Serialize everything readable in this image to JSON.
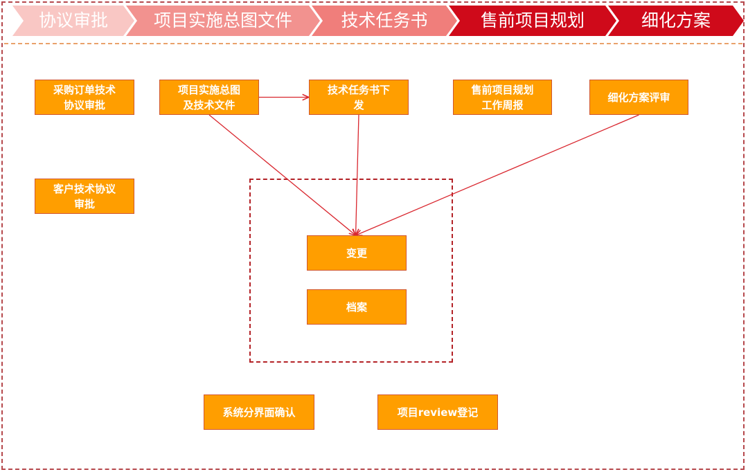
{
  "steps": [
    {
      "id": "s1",
      "label": "协议审批",
      "fill": "#f9c7c4",
      "text_color": "#ffffff"
    },
    {
      "id": "s2",
      "label": "项目实施总图文件",
      "fill": "#f2928f",
      "text_color": "#ffffff"
    },
    {
      "id": "s3",
      "label": "技术任务书",
      "fill": "#f07e7b",
      "text_color": "#ffffff"
    },
    {
      "id": "s4",
      "label": "售前项目规划",
      "fill": "#cf0a1a",
      "text_color": "#ffffff"
    },
    {
      "id": "s5",
      "label": "细化方案",
      "fill": "#cf0a1a",
      "text_color": "#ffffff"
    }
  ],
  "nodes": [
    {
      "id": "n1",
      "label": "采购订单技术\n协议审批"
    },
    {
      "id": "n2",
      "label": "项目实施总图\n及技术文件"
    },
    {
      "id": "n3",
      "label": "技术任务书下\n发"
    },
    {
      "id": "n4",
      "label": "售前项目规划\n工作周报"
    },
    {
      "id": "n5",
      "label": "细化方案评审"
    },
    {
      "id": "n6",
      "label": "客户技术协议\n审批"
    },
    {
      "id": "n7",
      "label": "变更"
    },
    {
      "id": "n8",
      "label": "档案"
    },
    {
      "id": "n9",
      "label": "系统分界面确认"
    },
    {
      "id": "n10",
      "label": "项目review登记"
    }
  ],
  "edges": [
    {
      "from": "n2",
      "to": "n3"
    },
    {
      "from": "n2",
      "to": "n7"
    },
    {
      "from": "n3",
      "to": "n7"
    },
    {
      "from": "n5",
      "to": "n7"
    }
  ],
  "colors": {
    "node_fill": "#ff9e00",
    "node_border": "#d0562f",
    "edge": "#d9262e",
    "frame": "#b5474b",
    "divider": "#e9a16b",
    "group": "#b32126"
  }
}
